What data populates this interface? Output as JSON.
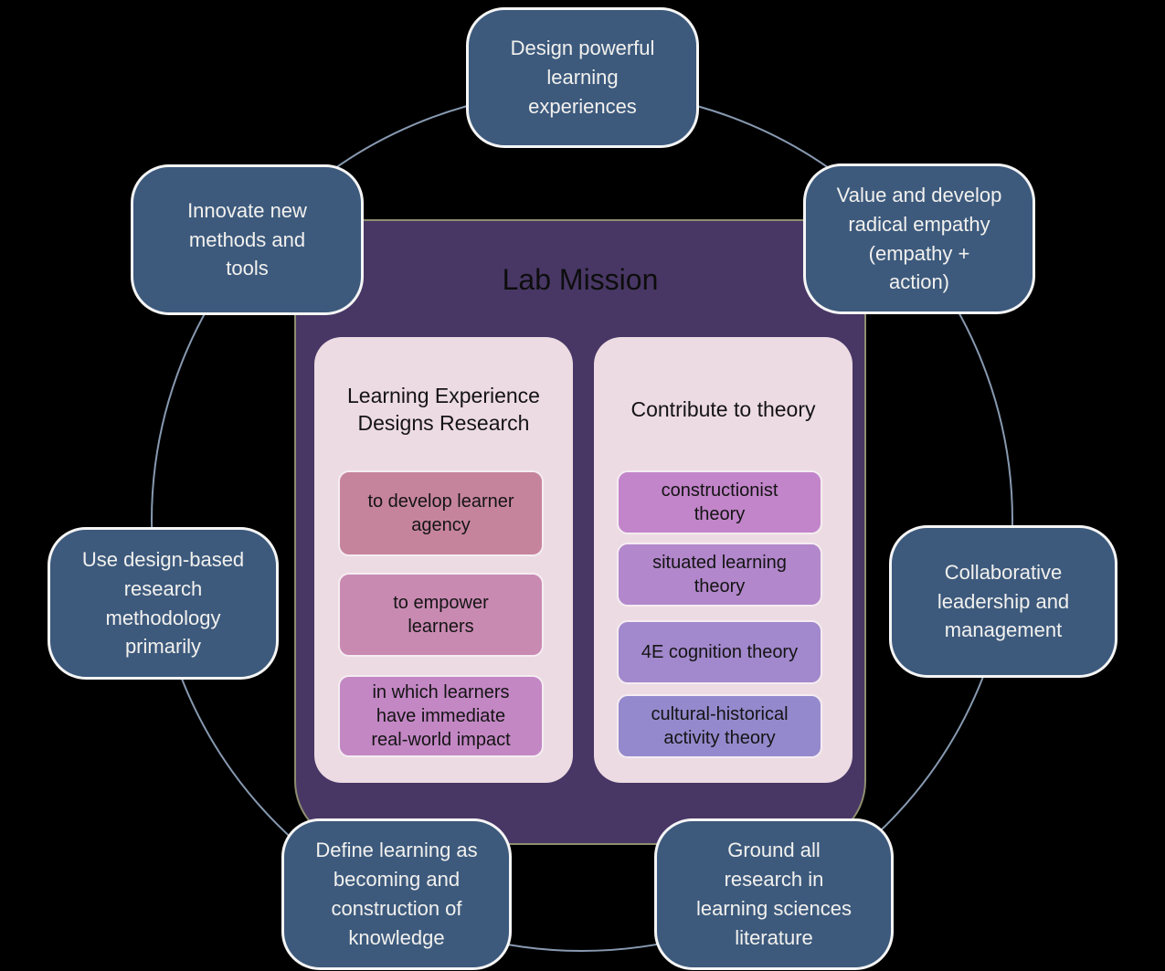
{
  "center": {
    "title": "Lab Mission",
    "panels": [
      {
        "heading": "Learning Experience\nDesigns Research",
        "items": [
          {
            "label": "to develop learner\nagency",
            "color": "#c6849c"
          },
          {
            "label": "to empower\nlearners",
            "color": "#c98ab2"
          },
          {
            "label": "in which learners\nhave immediate\nreal-world impact",
            "color": "#c387c4"
          }
        ]
      },
      {
        "heading": "Contribute to theory",
        "items": [
          {
            "label": "constructionist\ntheory",
            "color": "#c285ca"
          },
          {
            "label": "situated learning\ntheory",
            "color": "#b287cb"
          },
          {
            "label": "4E cognition theory",
            "color": "#a288cc"
          },
          {
            "label": "cultural-historical\nactivity theory",
            "color": "#9589cd"
          }
        ]
      }
    ]
  },
  "nodes": [
    {
      "label": "Design powerful\nlearning\nexperiences"
    },
    {
      "label": "Innovate new\nmethods and\ntools"
    },
    {
      "label": "Value and develop\nradical empathy\n(empathy +\naction)"
    },
    {
      "label": "Use design-based\nresearch\nmethodology\nprimarily"
    },
    {
      "label": "Collaborative\nleadership and\nmanagement"
    },
    {
      "label": "Define learning as\nbecoming and\nconstruction of\nknowledge"
    },
    {
      "label": "Ground all\nresearch in\nlearning sciences\nliterature"
    }
  ],
  "colors": {
    "background": "#000000",
    "node_fill": "#3d5a7d",
    "node_border": "#f5f5f5",
    "node_text": "#f2f1ee",
    "center_fill": "#483765",
    "center_border": "#8e8e70",
    "panel_fill": "#eddbe3",
    "circle_stroke": "#9fb4cf",
    "dark_text": "#141414"
  }
}
